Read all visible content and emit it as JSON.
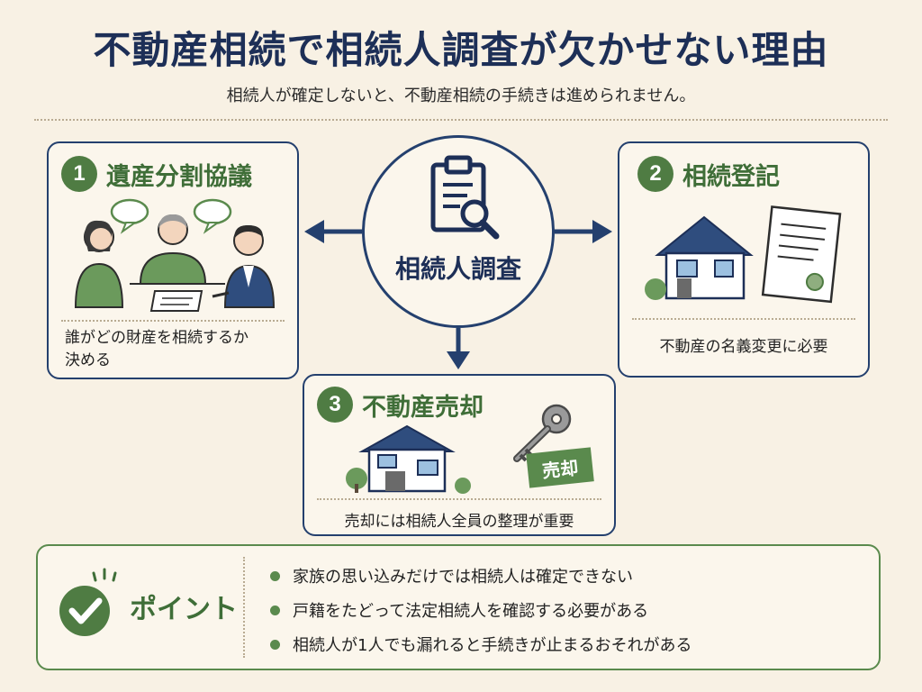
{
  "header": {
    "title": "不動産相続で相続人調査が欠かせない理由",
    "subtitle": "相続人が確定しないと、不動産相続の手続きは進められません。"
  },
  "center": {
    "label": "相続人調査",
    "icon": "clipboard-search-icon"
  },
  "cards": [
    {
      "number": "1",
      "title": "遺産分割協議",
      "description_line1": "誰がどの財産を相続するか",
      "description_line2": "決める",
      "icon": "family-meeting-icon"
    },
    {
      "number": "2",
      "title": "相続登記",
      "description_line1": "不動産の名義変更に必要",
      "icon": "house-document-icon"
    },
    {
      "number": "3",
      "title": "不動産売却",
      "description_line1": "売却には相続人全員の整理が重要",
      "badge": "売却",
      "icon": "house-key-icon"
    }
  ],
  "point": {
    "label": "ポイント",
    "icon": "check-circle-icon",
    "items": [
      "家族の思い込みだけでは相続人は確定できない",
      "戸籍をたどって法定相続人を確認する必要がある",
      "相続人が1人でも漏れると手続きが止まるおそれがある"
    ]
  },
  "colors": {
    "navy": "#1d2f57",
    "green": "#4f7c43",
    "background": "#f8f1e4"
  }
}
